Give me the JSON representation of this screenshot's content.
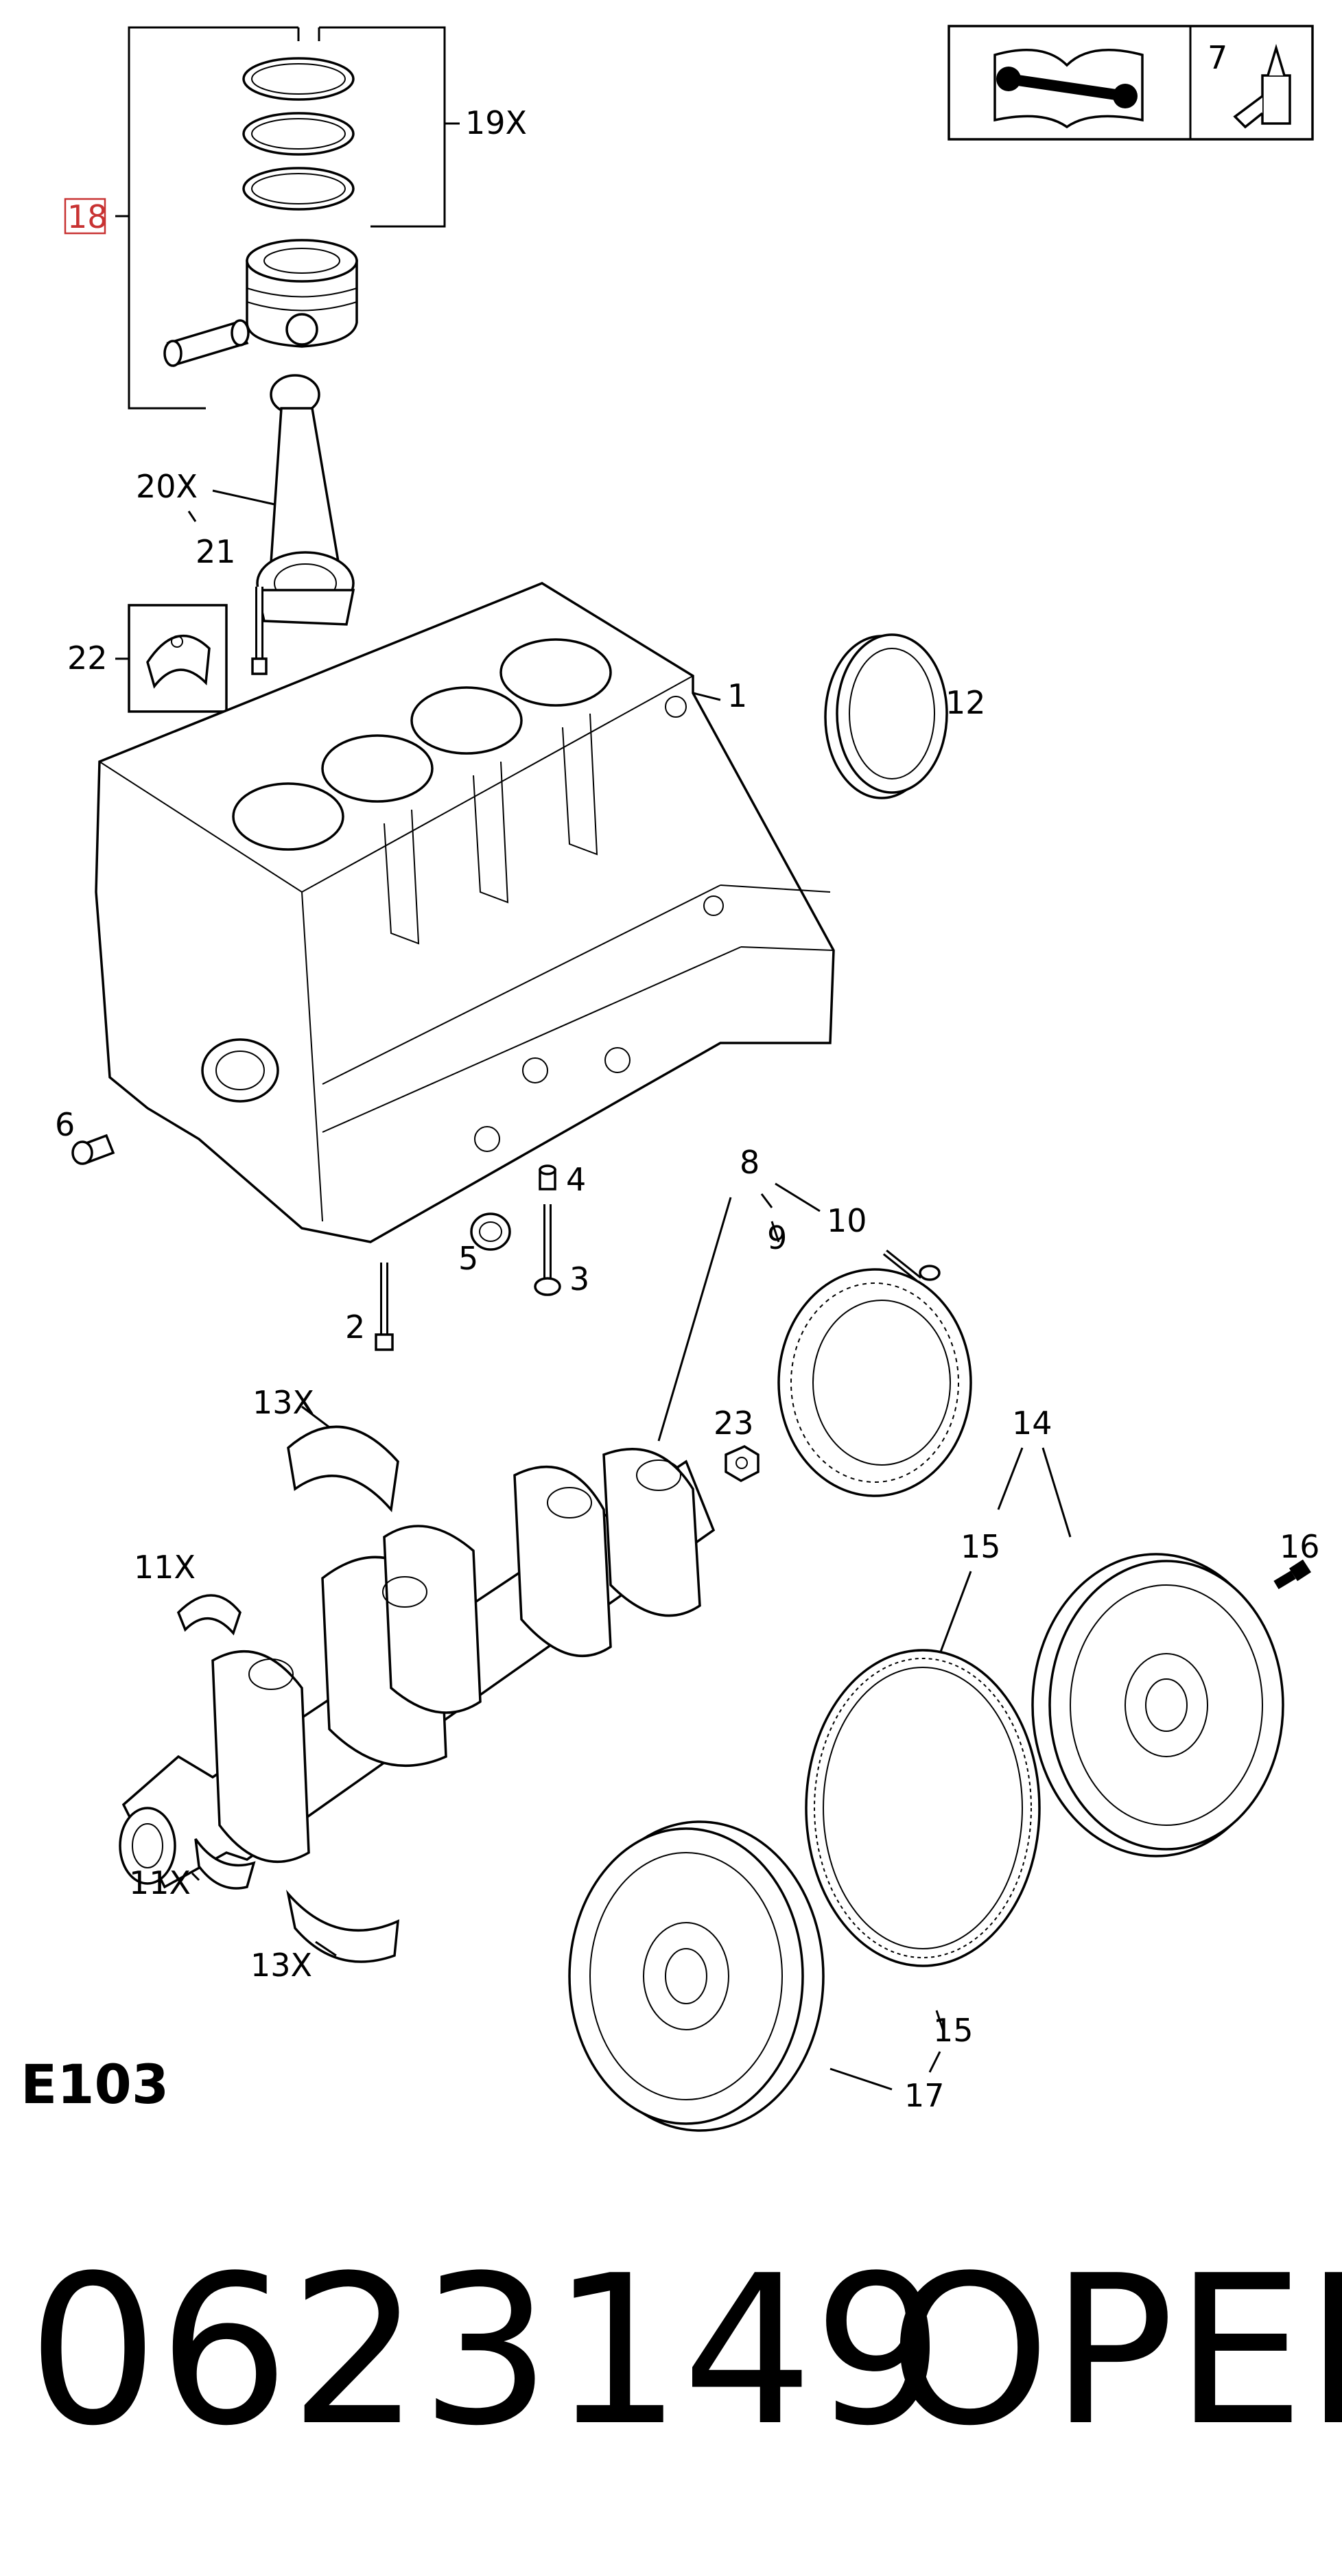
{
  "diagram": {
    "page_label": "E103",
    "part_number": "0623149",
    "brand": "OPEL",
    "highlight_color": "#c83232",
    "header_icons": {
      "manual_icon": "book-wrench-icon",
      "sealant_icon": "sealant-tube-icon",
      "sealant_ref": "7"
    },
    "callouts": {
      "c1": "1",
      "c2": "2",
      "c3": "3",
      "c4": "4",
      "c5": "5",
      "c6": "6",
      "c8": "8",
      "c9": "9",
      "c10": "10",
      "c11a": "11X",
      "c11b": "11X",
      "c12": "12",
      "c13a": "13X",
      "c13b": "13X",
      "c14": "14",
      "c15a": "15",
      "c15b": "15",
      "c16": "16",
      "c17": "17",
      "c18": "18",
      "c19": "19X",
      "c20": "20X",
      "c21": "21",
      "c22": "22",
      "c23": "23"
    }
  }
}
